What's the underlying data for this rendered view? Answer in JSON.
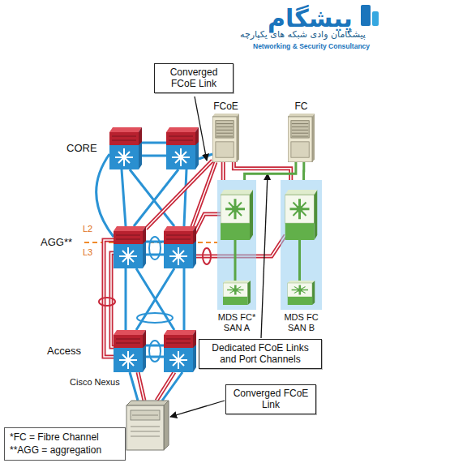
{
  "diagram": {
    "nodes": [
      {
        "text": [
          "Converged FCoE Link"
        ]
      },
      {
        "text": [
          "FCoE"
        ]
      },
      {
        "text": [
          "FC"
        ]
      },
      {
        "text": [
          "MDS FC* SAN A"
        ]
      },
      {
        "text": [
          "MDS FC SAN B"
        ]
      },
      {
        "text": [
          "Dedicated FCoE Links and Port Channels"
        ]
      },
      {
        "text": [
          "Converged FCoE Link"
        ]
      },
      {
        "text": [
          "*FC = Fibre Channel",
          "**AGG = aggregation"
        ]
      }
    ],
    "edges": [
      {
        "from": 1,
        "to": 3,
        "arrow": "none"
      },
      {
        "from": 1,
        "to": 4,
        "arrow": "none"
      },
      {
        "from": 2,
        "to": 3,
        "arrow": "none"
      },
      {
        "from": 2,
        "to": 4,
        "arrow": "none"
      }
    ],
    "labels": [
      "پیشگام",
      "پیشگامان وادی شبکه های یکپارچه",
      "Networking & Security Consultancy",
      "CORE",
      "L2",
      "AGG**",
      "L3",
      "Access",
      "Cisco Nexus"
    ]
  }
}
